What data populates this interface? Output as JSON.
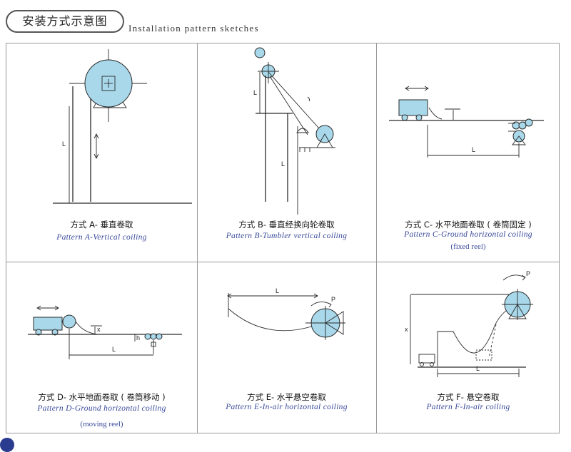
{
  "header": {
    "title_zh": "安装方式示意图",
    "title_en": "Installation  pattern  sketches"
  },
  "colors": {
    "reel": "#a8d8ea",
    "caption_en": "#3a4a9a",
    "border": "#9a9a9a"
  },
  "patterns": [
    {
      "zh": "方式 A- 垂直卷取",
      "en": "Pattern  A-Vertical  coiling",
      "en_note": "",
      "dim": "L"
    },
    {
      "zh": "方式 B- 垂直经换向轮卷取",
      "en": "Pattern  B-Tumbler  vertical  coiling",
      "en_note": "",
      "dim": "L"
    },
    {
      "zh": "方式 C- 水平地面卷取 ( 卷筒固定 )",
      "en": "Pattern  C-Ground  horizontal  coiling",
      "en_note": "(fixed  reel)",
      "dim": "L"
    },
    {
      "zh": "方式 D- 水平地面卷取 ( 卷筒移动 )",
      "en": "Pattern  D-Ground  horizontal  coiling",
      "en_note": "(moving  reel)",
      "dim": "L"
    },
    {
      "zh": "方式 E- 水平悬空卷取",
      "en": "Pattern  E-In-air  horizontal  coiling",
      "en_note": "",
      "dim": "L"
    },
    {
      "zh": "方式 F- 悬空卷取",
      "en": "Pattern  F-In-air  coiling",
      "en_note": "",
      "dim": "L"
    }
  ]
}
